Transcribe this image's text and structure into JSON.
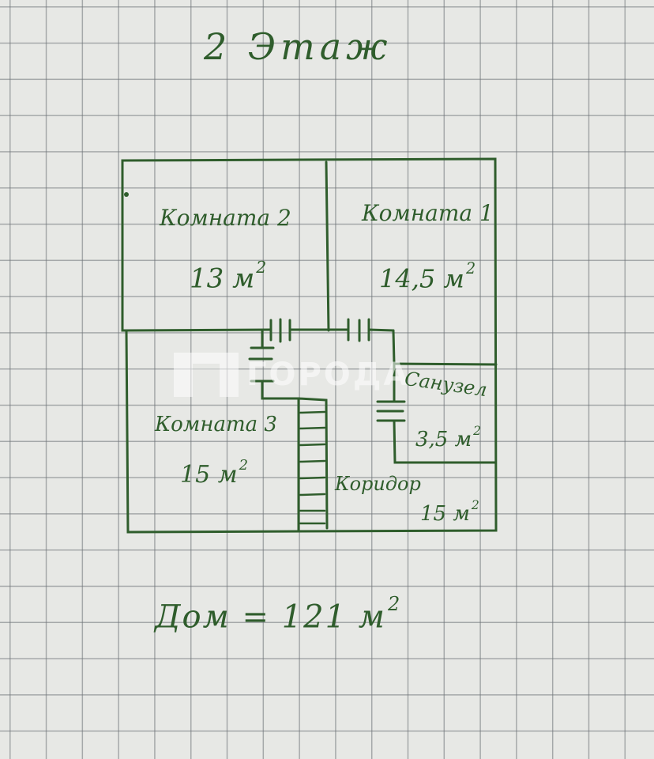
{
  "floor_title": "2 Этаж",
  "rooms": [
    {
      "name": "Комната 2",
      "area": "13 м",
      "exp": "2"
    },
    {
      "name": "Комната 1",
      "area": "14,5 м",
      "exp": "2"
    },
    {
      "name": "Санузел",
      "name_line1": "Санузел",
      "area": "3,5 м",
      "exp": "2"
    },
    {
      "name": "Комната 3",
      "area": "15 м",
      "exp": "2"
    },
    {
      "name": "Коридор",
      "area": "15 м",
      "exp": "2"
    }
  ],
  "total": {
    "text": "Дом = 121 м",
    "exp": "2"
  },
  "watermark": {
    "text": "ГОРОДА"
  },
  "colors": {
    "ink": "#2f5d2c",
    "paper": "#e7e8e5",
    "grid": "#6e7378"
  }
}
